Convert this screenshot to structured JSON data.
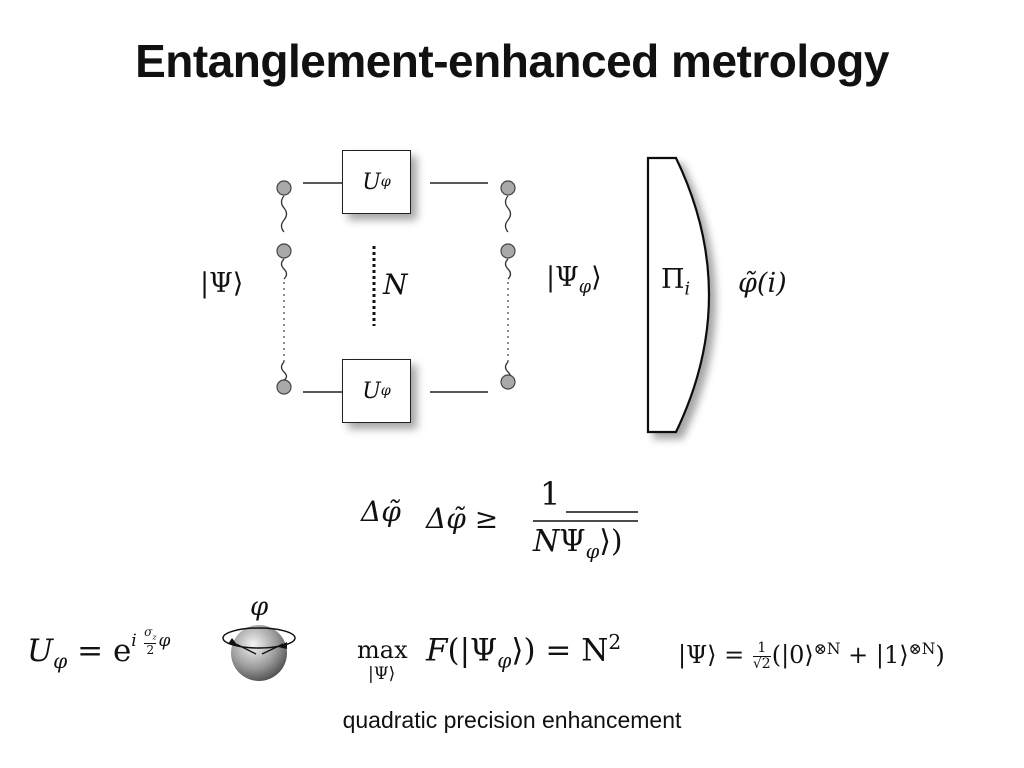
{
  "title": "Entanglement-enhanced metrology",
  "diagram": {
    "gate_top": "U",
    "gate_top_sub": "φ",
    "gate_bottom": "U",
    "gate_bottom_sub": "φ",
    "count_label": "N",
    "input_state": "|Ψ⟩",
    "output_state": "|Ψ",
    "output_state_sub": "φ",
    "output_state_close": "⟩",
    "measurement": "Π",
    "measurement_sub": "i",
    "estimator": "φ̃(i)"
  },
  "formulas": {
    "bound_lhs_a": "Δφ̃",
    "bound_lhs_b": "Δφ̃ ≥",
    "bound_num": "1",
    "bound_den": "N",
    "bound_den_rest": "Ψ",
    "bound_den_sub": "φ",
    "bound_den_close": "⟩)",
    "unitary_lhs": "U",
    "unitary_sub": "φ",
    "unitary_rhs": "= e",
    "unitary_exp": "i",
    "unitary_frac_num": "σ",
    "unitary_frac_num_sub": "z",
    "unitary_frac_den": "2",
    "unitary_exp_tail": "φ",
    "sphere_label": "φ",
    "max_op": "max",
    "max_under": "|Ψ⟩",
    "fisher_f": "F",
    "fisher_arg": "(|Ψ",
    "fisher_sub": "φ",
    "fisher_close": "⟩) = N",
    "fisher_exp": "2",
    "ghz_lhs": "|Ψ⟩ =",
    "ghz_num": "1",
    "ghz_den": "√2",
    "ghz_rhs": "(|0⟩",
    "ghz_exp1": "⊗N",
    "ghz_mid": "+ |1⟩",
    "ghz_exp2": "⊗N",
    "ghz_close": ")"
  },
  "caption": "quadratic precision enhancement"
}
